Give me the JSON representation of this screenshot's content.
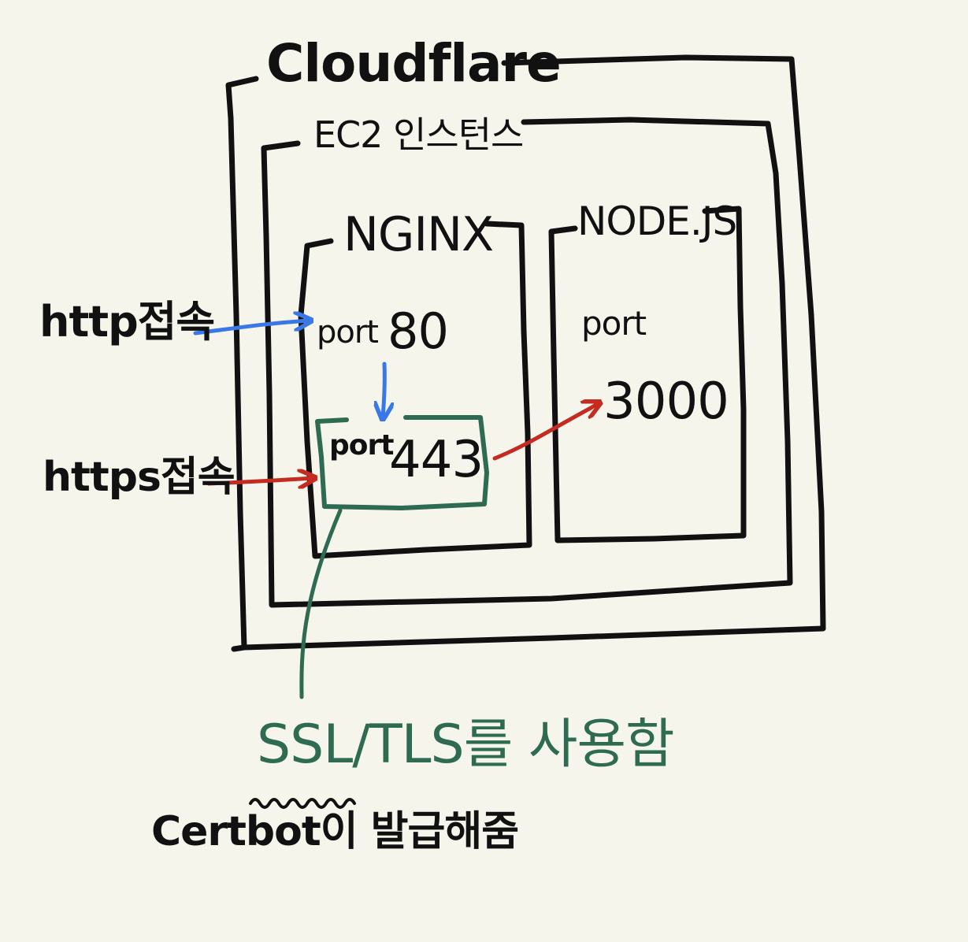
{
  "labels": {
    "cloudflare": "Cloudflare",
    "ec2": "EC2 인스턴스",
    "nginx": "NGINX",
    "nodejs": "NODE.JS",
    "port80_word": "port",
    "port80_num": "80",
    "port443_word": "port",
    "port443_num": "443",
    "node_port_word": "port",
    "node_port_num": "3000",
    "http_access": "http접속",
    "https_access": "https접속",
    "ssl_note": "SSL/TLS를 사용함",
    "certbot_note": "Certbot이 발급해줌"
  },
  "colors": {
    "ink": "#111111",
    "http_arrow": "#3b78e7",
    "https_arrow": "#c62b22",
    "ssl_box": "#2e6b50",
    "background": "#f5f5ec"
  }
}
